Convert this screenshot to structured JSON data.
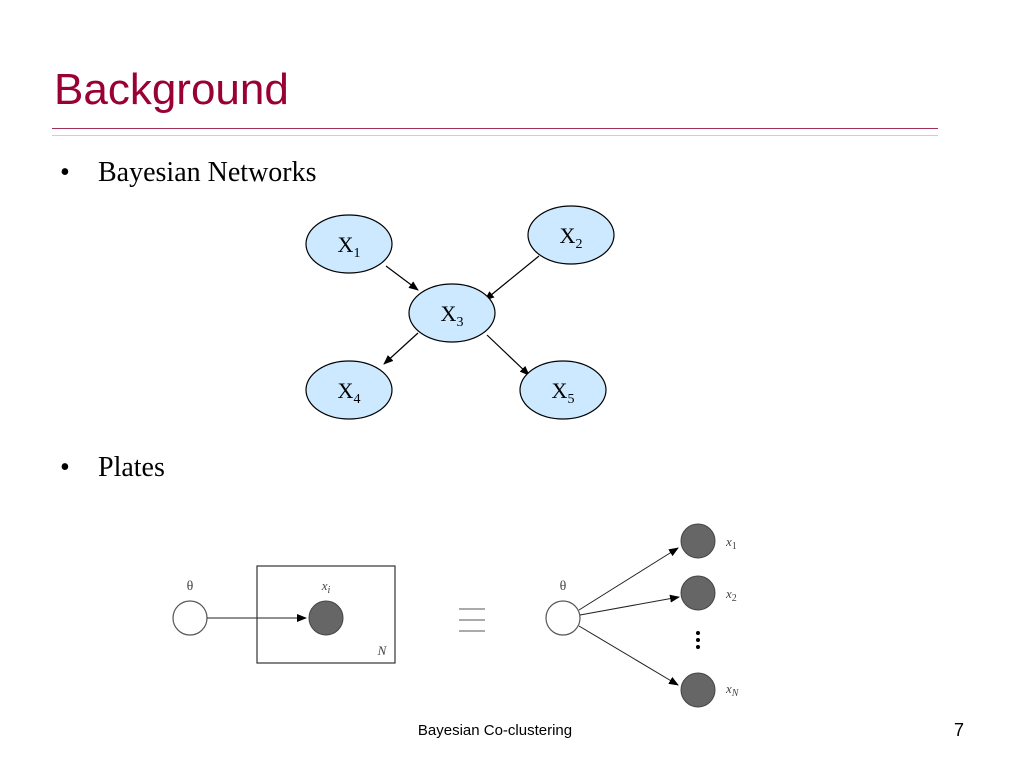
{
  "slide": {
    "title": "Background",
    "bullets": [
      "Bayesian Networks",
      "Plates"
    ],
    "bullet_symbol": "•"
  },
  "bayes_net": {
    "nodes": [
      {
        "id": "x1",
        "base": "X",
        "sub": "1"
      },
      {
        "id": "x2",
        "base": "X",
        "sub": "2"
      },
      {
        "id": "x3",
        "base": "X",
        "sub": "3"
      },
      {
        "id": "x4",
        "base": "X",
        "sub": "4"
      },
      {
        "id": "x5",
        "base": "X",
        "sub": "5"
      }
    ],
    "edges": [
      {
        "from": "x1",
        "to": "x3"
      },
      {
        "from": "x2",
        "to": "x3"
      },
      {
        "from": "x3",
        "to": "x4"
      },
      {
        "from": "x3",
        "to": "x5"
      }
    ],
    "node_fill": "#cce9ff"
  },
  "plates": {
    "theta_label": "θ",
    "xi_label": "x",
    "xi_sub": "i",
    "plate_label": "N",
    "equiv_symbol": "≡",
    "unrolled": [
      {
        "base": "x",
        "sub": "1"
      },
      {
        "base": "x",
        "sub": "2"
      },
      {
        "base": "x",
        "sub": "N"
      }
    ],
    "observed_fill": "#666666"
  },
  "footer": {
    "text": "Bayesian Co-clustering",
    "page_number": "7"
  }
}
